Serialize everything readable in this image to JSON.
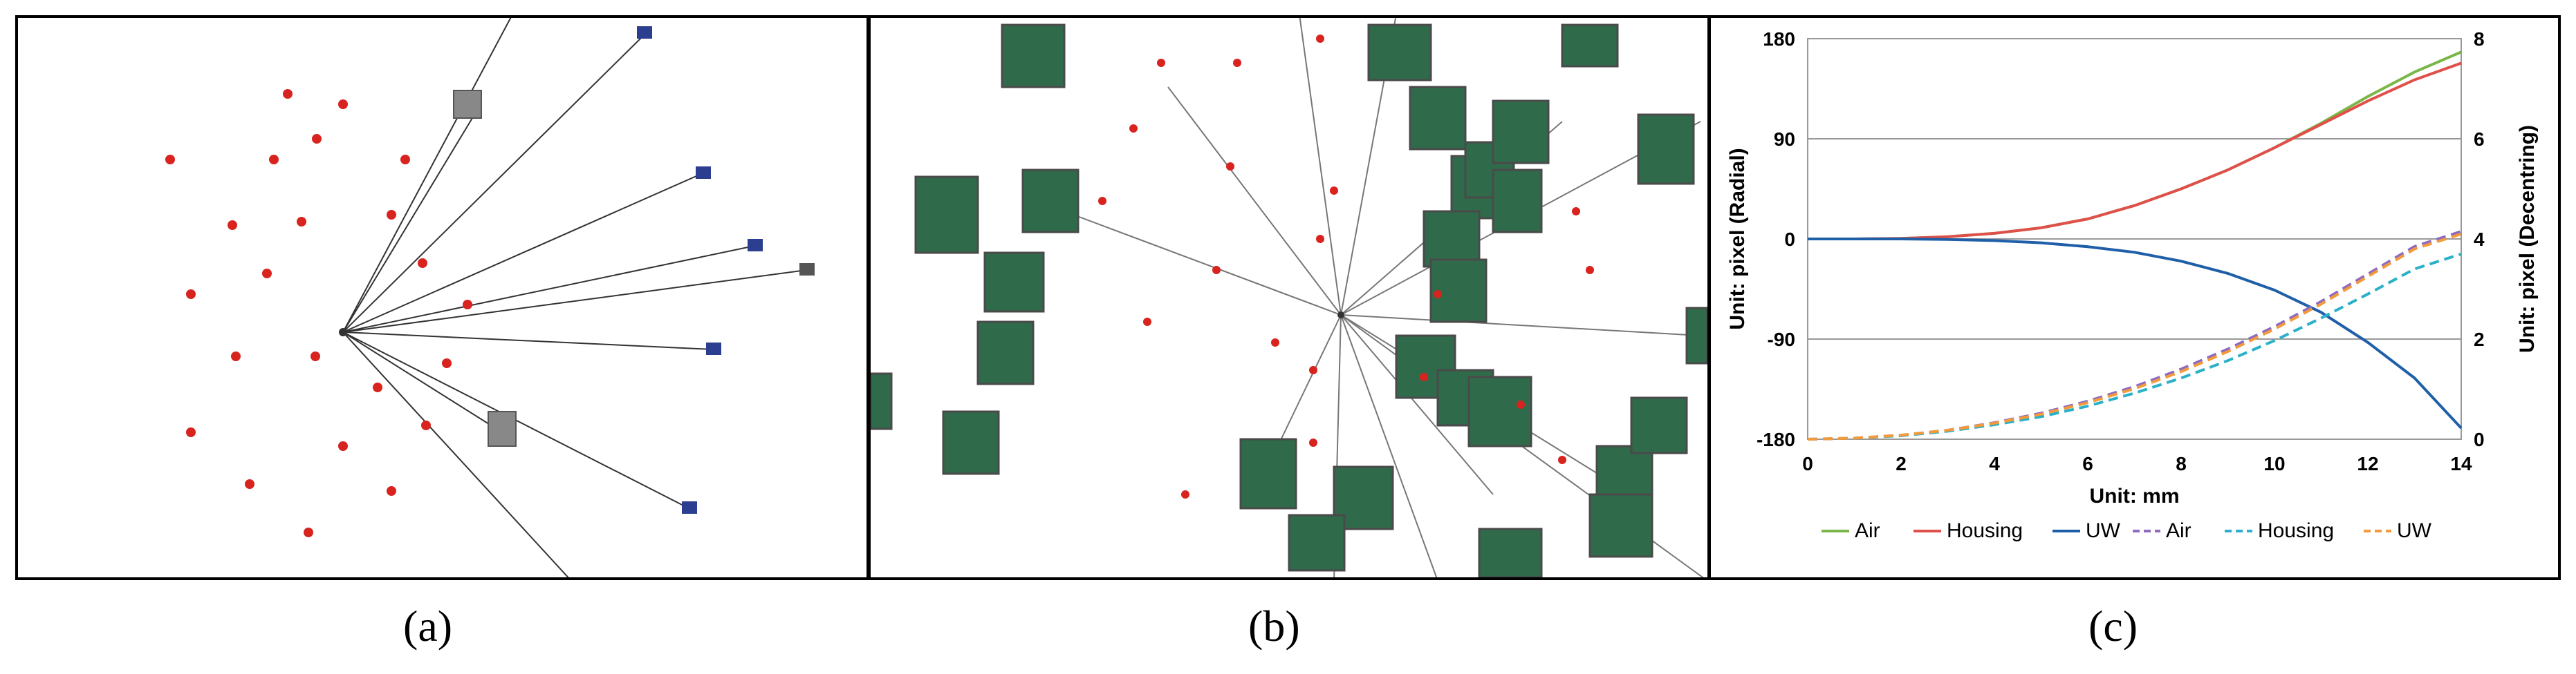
{
  "captions": {
    "a": "(a)",
    "b": "(b)",
    "c": "(c)"
  },
  "chart_data": {
    "type": "line",
    "xlabel": "Unit: mm",
    "ylabel_left": "Unit: pixel (Radial)",
    "ylabel_right": "Unit: pixel (Decentring)",
    "x": [
      0,
      1,
      2,
      3,
      4,
      5,
      6,
      7,
      8,
      9,
      10,
      11,
      12,
      13,
      14
    ],
    "xticks": [
      0,
      2,
      4,
      6,
      8,
      10,
      12,
      14
    ],
    "xlim": [
      0,
      14
    ],
    "yticks_left": [
      180,
      90,
      0,
      -90,
      -180
    ],
    "ylim_left": [
      -180,
      180
    ],
    "yticks_right": [
      8,
      6,
      4,
      2,
      0
    ],
    "ylim_right": [
      0,
      8
    ],
    "grid": true,
    "legend_position": "bottom",
    "series": [
      {
        "name": "Air",
        "axis": "left",
        "style": "solid",
        "color": "#7ab648",
        "values": [
          0,
          0,
          0.5,
          2,
          5,
          10,
          18,
          30,
          45,
          62,
          82,
          104,
          128,
          150,
          168
        ]
      },
      {
        "name": "Housing",
        "axis": "left",
        "style": "solid",
        "color": "#e0504a",
        "values": [
          0,
          0,
          0.5,
          2,
          5,
          10,
          18,
          30,
          45,
          62,
          82,
          103,
          124,
          143,
          158
        ]
      },
      {
        "name": "UW",
        "axis": "left",
        "style": "solid",
        "color": "#1f5fa8",
        "values": [
          0,
          0,
          0,
          -0.5,
          -1.5,
          -3.5,
          -7,
          -12,
          -20,
          -31,
          -46,
          -66,
          -93,
          -125,
          -170
        ]
      },
      {
        "name": "Air",
        "axis": "right",
        "style": "dashed",
        "color": "#8e6ac0",
        "values": [
          0,
          0.02,
          0.08,
          0.18,
          0.33,
          0.52,
          0.76,
          1.05,
          1.4,
          1.8,
          2.25,
          2.75,
          3.3,
          3.85,
          4.15
        ]
      },
      {
        "name": "Housing",
        "axis": "right",
        "style": "dashed",
        "color": "#2ab0c8",
        "values": [
          0,
          0.02,
          0.07,
          0.16,
          0.29,
          0.45,
          0.66,
          0.92,
          1.22,
          1.57,
          1.97,
          2.42,
          2.9,
          3.4,
          3.7
        ]
      },
      {
        "name": "UW",
        "axis": "right",
        "style": "dashed",
        "color": "#f39a3a",
        "values": [
          0,
          0.02,
          0.08,
          0.18,
          0.32,
          0.5,
          0.73,
          1.01,
          1.35,
          1.75,
          2.2,
          2.7,
          3.25,
          3.8,
          4.1
        ]
      }
    ]
  }
}
